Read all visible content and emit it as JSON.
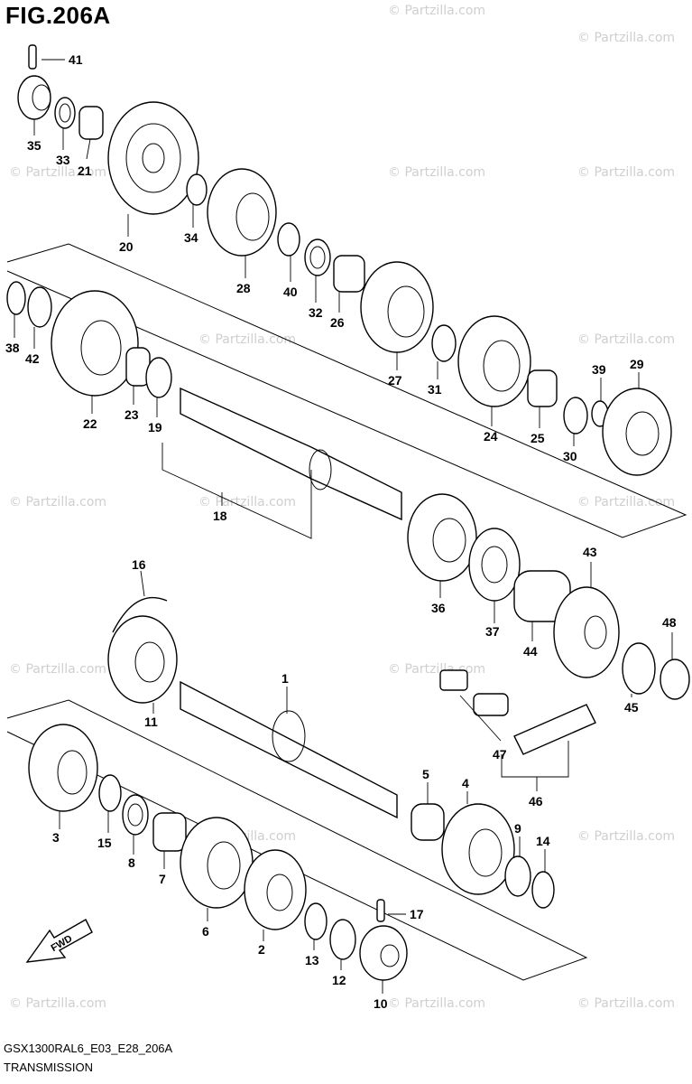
{
  "figure_title": "FIG.206A",
  "footer": {
    "code": "GSX1300RAL6_E03_E28_206A",
    "name": "TRANSMISSION"
  },
  "fwd_label": "FWD",
  "watermark": "© Partzilla.com",
  "callouts": [
    "1",
    "2",
    "3",
    "4",
    "5",
    "6",
    "7",
    "8",
    "9",
    "10",
    "11",
    "12",
    "13",
    "14",
    "15",
    "16",
    "17",
    "18",
    "19",
    "20",
    "21",
    "22",
    "23",
    "24",
    "25",
    "26",
    "27",
    "28",
    "29",
    "30",
    "31",
    "32",
    "33",
    "34",
    "35",
    "36",
    "37",
    "38",
    "39",
    "40",
    "41",
    "42",
    "43",
    "44",
    "45",
    "46",
    "47",
    "48"
  ]
}
